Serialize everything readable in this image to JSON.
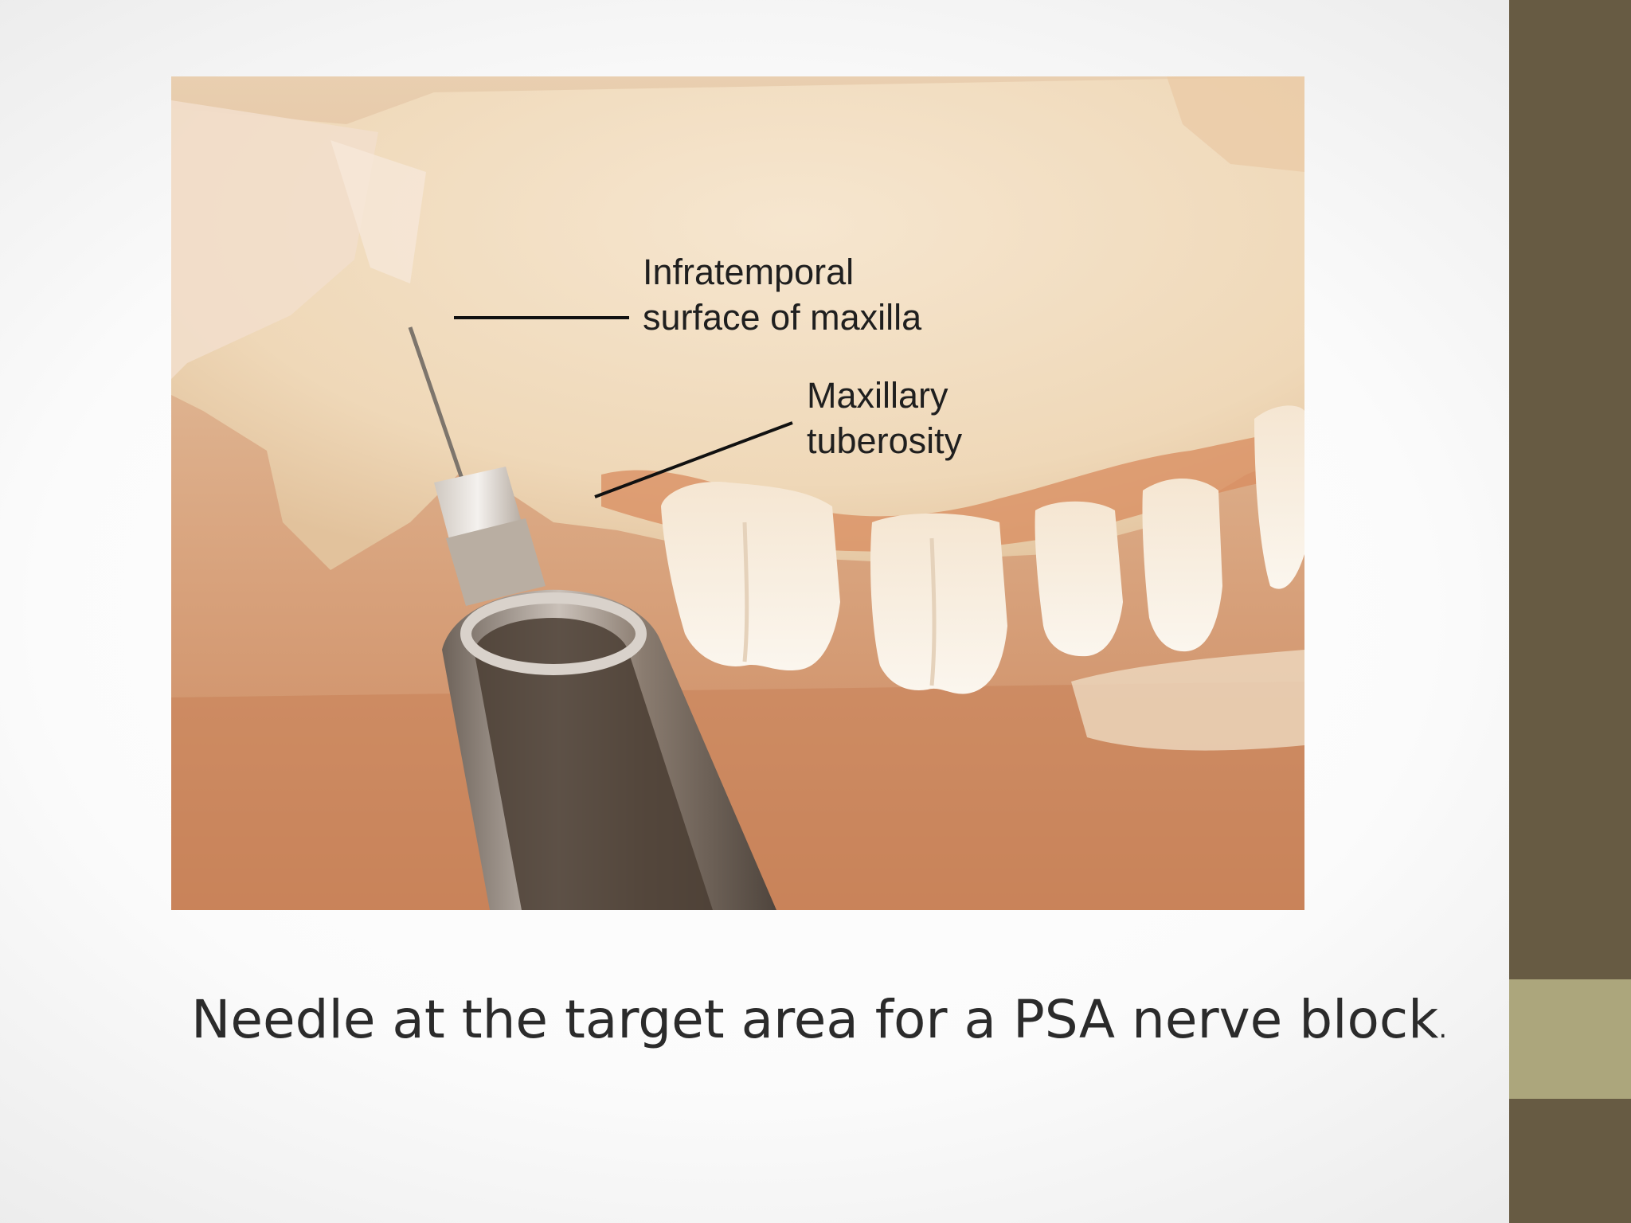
{
  "slide": {
    "caption_main": "Needle at the target area for a PSA nerve block",
    "caption_end": "."
  },
  "figure": {
    "labels": {
      "infratemporal_line1": "Infratemporal",
      "infratemporal_line2": "surface of maxilla",
      "tuberosity_line1": "Maxillary",
      "tuberosity_line2": "tuberosity"
    }
  },
  "colors": {
    "band_dark": "#675b43",
    "band_light": "#aca67c",
    "bone": "#f1dcc0",
    "tooth": "#f7efe4"
  }
}
